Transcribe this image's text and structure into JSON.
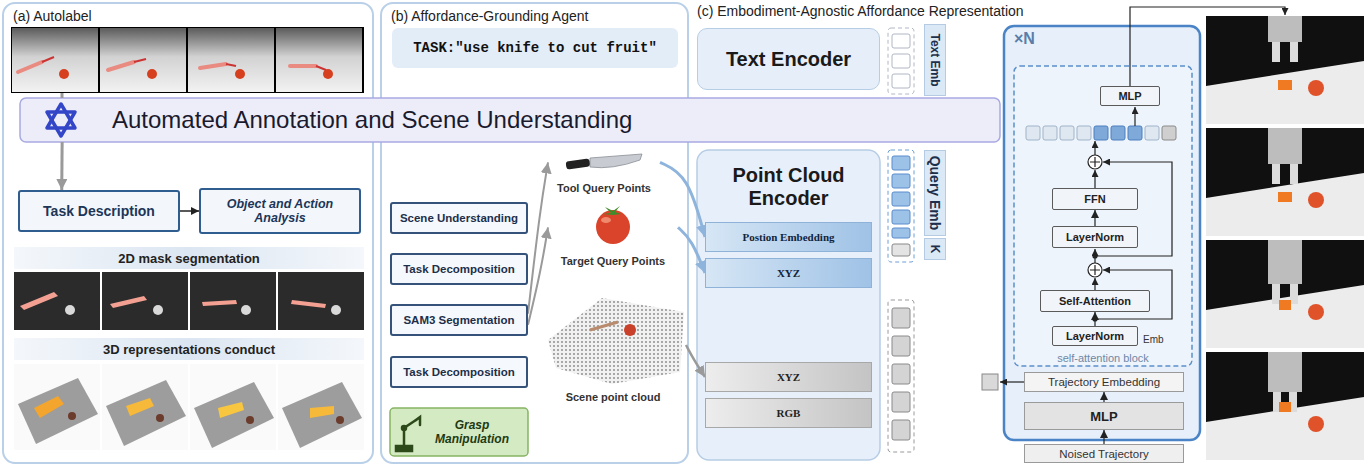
{
  "diagram": {
    "nodes": [
      {
        "text": [
          "(a) Autolabel"
        ]
      },
      {
        "text": [
          "Automated Annotation and Scene Understanding"
        ]
      },
      {
        "text": [
          "Task Description"
        ],
        "in": 0
      },
      {
        "text": [
          "Object and Action Analysis"
        ],
        "in": 0
      },
      {
        "text": [
          "2D mask segmentation"
        ],
        "in": 0
      },
      {
        "text": [
          "3D representations conduct"
        ],
        "in": 0
      },
      {
        "text": [
          "(b) Affordance-Grounding Agent"
        ]
      },
      {
        "text": [
          "TASK:\"use knife to cut fruit\""
        ],
        "in": 6
      },
      {
        "text": [
          "Scene Understanding"
        ],
        "in": 6
      },
      {
        "text": [
          "Task Decomposition"
        ],
        "in": 6
      },
      {
        "text": [
          "SAM3 Segmentation"
        ],
        "in": 6
      },
      {
        "text": [
          "Task Decomposition"
        ],
        "in": 6
      },
      {
        "text": [
          "Grasp Manipulation"
        ],
        "in": 6
      },
      {
        "text": [
          "Tool Query Points"
        ],
        "in": 6
      },
      {
        "text": [
          "Target Query Points"
        ],
        "in": 6
      },
      {
        "text": [
          "Scene point cloud"
        ],
        "in": 6
      },
      {
        "text": [
          "(c) Embodiment-Agnostic Affordance Representation"
        ]
      },
      {
        "text": [
          "Text Encoder"
        ],
        "in": 16
      },
      {
        "text": [
          "Point Cloud Encoder"
        ],
        "in": 16
      },
      {
        "text": [
          "Postion Embedding"
        ],
        "in": 18
      },
      {
        "text": [
          "XYZ"
        ],
        "in": 18
      },
      {
        "text": [
          "XYZ"
        ],
        "in": 18
      },
      {
        "text": [
          "RGB"
        ],
        "in": 18
      },
      {
        "text": [
          "Text Emb"
        ],
        "in": 16
      },
      {
        "text": [
          "Query Emb"
        ],
        "in": 16
      },
      {
        "text": [
          "K"
        ],
        "in": 16
      },
      {
        "text": [
          "×N"
        ],
        "in": 16
      },
      {
        "text": [
          "self-attention block"
        ],
        "in": 26
      },
      {
        "text": [
          "MLP"
        ],
        "in": 27
      },
      {
        "text": [
          "FFN"
        ],
        "in": 27
      },
      {
        "text": [
          "LayerNorm"
        ],
        "in": 27
      },
      {
        "text": [
          "Self-Attention"
        ],
        "in": 27
      },
      {
        "text": [
          "LayerNorm"
        ],
        "in": 27
      },
      {
        "text": [
          "Trajectory Embedding"
        ],
        "in": 26
      },
      {
        "text": [
          "MLP"
        ],
        "in": 26
      },
      {
        "text": [
          "Noised Trajectory"
        ],
        "in": 16
      }
    ],
    "edges": [
      {
        "from": 1,
        "to": 2,
        "arrow": "to"
      },
      {
        "from": 2,
        "to": 3,
        "arrow": "to"
      },
      {
        "from": 10,
        "to": 13,
        "arrow": "to"
      },
      {
        "from": 10,
        "to": 14,
        "arrow": "to"
      },
      {
        "from": 13,
        "to": 19,
        "arrow": "to"
      },
      {
        "from": 14,
        "to": 20,
        "arrow": "to"
      },
      {
        "from": 15,
        "to": 21,
        "arrow": "to"
      },
      {
        "from": 32,
        "to": 31,
        "arrow": "to"
      },
      {
        "from": 30,
        "to": 29,
        "arrow": "to"
      },
      {
        "from": 35,
        "to": 34,
        "arrow": "to"
      },
      {
        "from": 34,
        "to": 33,
        "arrow": "to"
      }
    ],
    "labels": [
      "Emb"
    ]
  }
}
